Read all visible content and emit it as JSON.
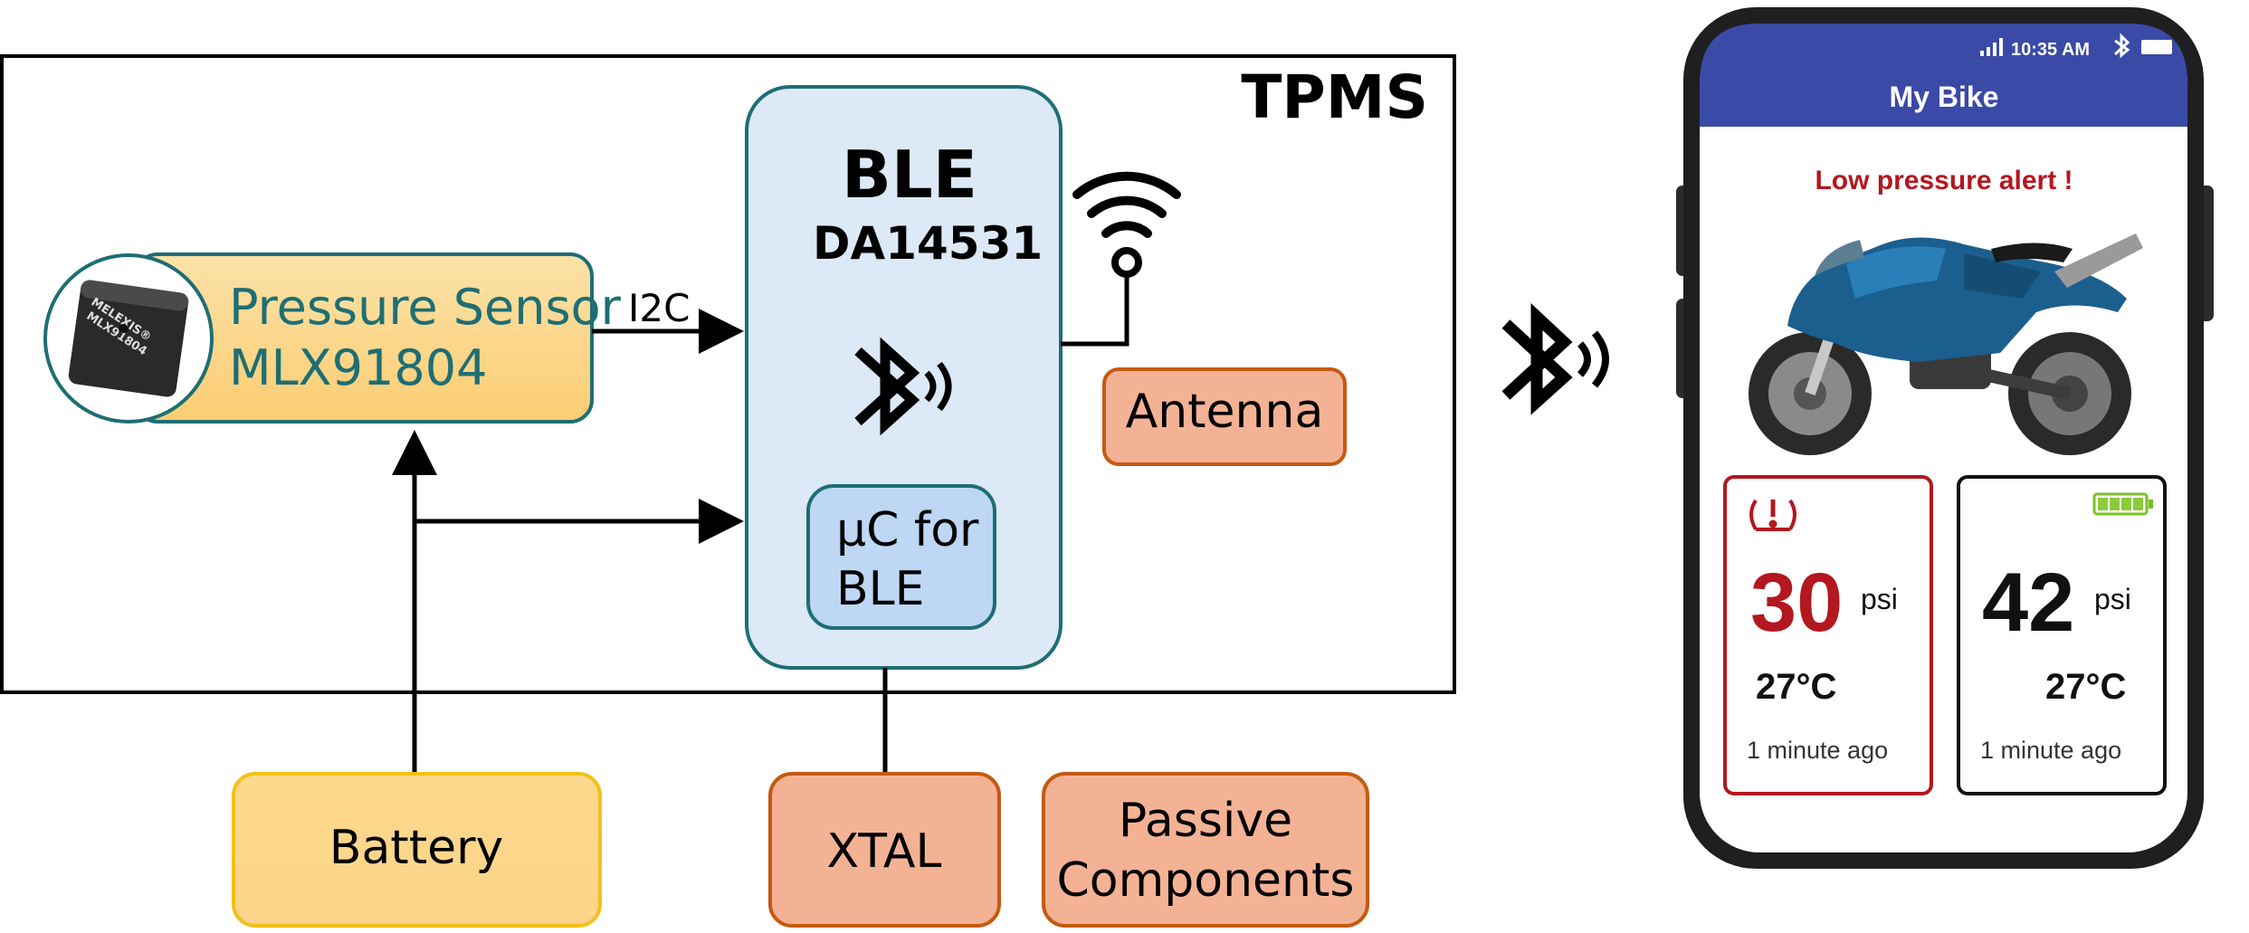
{
  "diagram": {
    "tpms_label": "TPMS",
    "pressure_sensor": {
      "chip_text_line1": "MELEXIS®",
      "chip_text_line2": "MLX91804",
      "line1": "Pressure Sensor",
      "line2": "MLX91804"
    },
    "i2c_label": "I2C",
    "ble": {
      "title": "BLE",
      "part": "DA14531"
    },
    "uc": {
      "line1": "μC for",
      "line2": "BLE"
    },
    "antenna_label": "Antenna",
    "battery_label": "Battery",
    "xtal_label": "XTAL",
    "passive": {
      "line1": "Passive",
      "line2": "Components"
    },
    "colors": {
      "sensor_fill": "#FCD27E",
      "sensor_stroke": "#1E6E74",
      "ble_fill": "#DDE9F6",
      "uc_fill": "#BDD7F5",
      "orange_fill": "#F4B295",
      "orange_stroke": "#C55A11",
      "battery_stroke": "#F2C01B"
    }
  },
  "phone": {
    "status_time": "10:35 AM",
    "app_title": "My Bike",
    "alert": "Low pressure alert !",
    "cards": [
      {
        "icon": "tire-pressure-warning-icon",
        "value": "30",
        "unit": "psi",
        "temp": "27°C",
        "time": "1 minute ago",
        "color": "#B3171F"
      },
      {
        "icon": "battery-full-icon",
        "value": "42",
        "unit": "psi",
        "temp": "27°C",
        "time": "1 minute ago",
        "color": "#111111"
      }
    ]
  }
}
